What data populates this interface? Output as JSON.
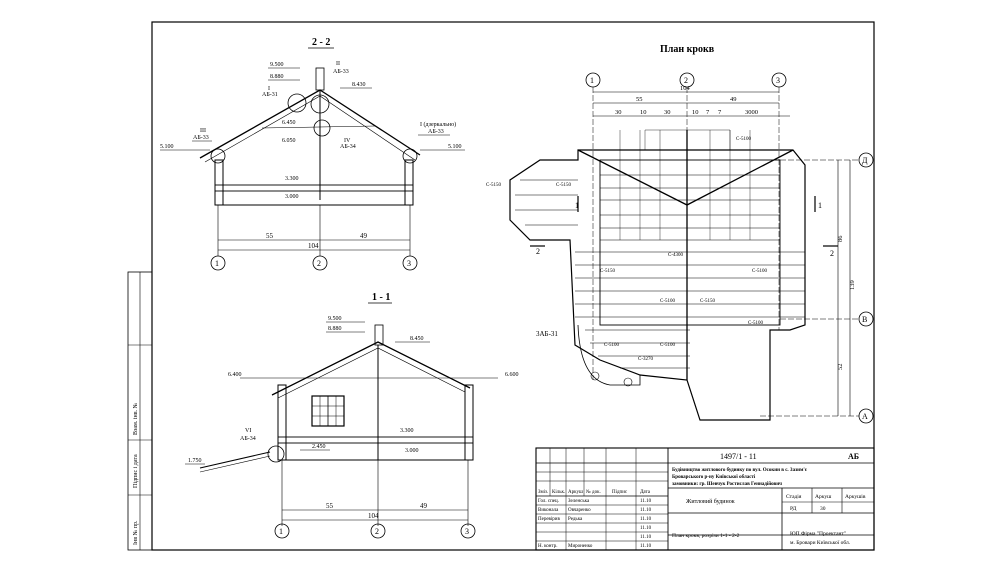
{
  "sheet": {
    "plan_title": "План крокв",
    "section_22_title": "2 - 2",
    "section_11_title": "1 - 1",
    "side_stamp": {
      "col1": "Інв № пр.",
      "col2": "Підпис і дата",
      "col3": "Взам. інв. №"
    }
  },
  "section_22": {
    "elev_ridge": "9.500",
    "elev_2": "8.880",
    "elev_3": "8.430",
    "elev_4": "6.450",
    "elev_5": "6.050",
    "elev_left": "5.100",
    "elev_right": "5.100",
    "elev_6": "3.300",
    "elev_7": "3.000",
    "node_ii": "II",
    "node_ii_ref": "АБ-33",
    "node_i": "I",
    "node_i_ref": "АБ-31",
    "node_iii": "III",
    "node_iii_ref": "АБ-33",
    "node_iv": "IV",
    "node_iv_ref": "АБ-34",
    "node_right": "I (дзеркально)",
    "node_right_ref": "АБ-33",
    "dim_55": "55",
    "dim_49": "49",
    "dim_104": "104",
    "axis_1": "1",
    "axis_2": "2",
    "axis_3": "3"
  },
  "section_11": {
    "elev_ridge": "9.500",
    "elev_2": "8.880",
    "elev_3": "8.450",
    "elev_left": "6.400",
    "elev_right": "6.600",
    "elev_4": "3.300",
    "elev_5": "3.000",
    "elev_6": "2.450",
    "elev_7": "1.750",
    "node_vi": "VI",
    "node_vi_ref": "АБ-34",
    "dim_55": "55",
    "dim_49": "49",
    "dim_104": "104",
    "axis_1": "1",
    "axis_2": "2",
    "axis_3": "3"
  },
  "plan": {
    "axis_1": "1",
    "axis_2": "2",
    "axis_3": "3",
    "axis_d": "Д",
    "axis_v": "В",
    "axis_a": "А",
    "dim_104": "104",
    "dim_55": "55",
    "dim_49": "49",
    "dim_row": [
      "30",
      "10",
      "30",
      "10",
      "7",
      "7",
      "3000"
    ],
    "dim_right_total": "139",
    "dim_right_top": "86",
    "dim_right_bottom": "52",
    "cut_2": "2",
    "cut_1": "1",
    "ref_3ab": "3АБ-31",
    "beam_labels": [
      "С-5150",
      "С-5150",
      "С-5150",
      "С-4300",
      "С-5100",
      "С-5100",
      "С-5150",
      "С-5100",
      "С-5100",
      "С-3270",
      "С-5100",
      "С-5100"
    ]
  },
  "title_block": {
    "doc_code": "1497/1 - 11",
    "stage_code": "АБ",
    "project_name_line1": "Будівництво житлового будинку по вул. Осокин в с. Зазим'є",
    "project_name_line2": "Броварського р-ну Київської області",
    "project_name_line3": "замовники: гр. Шевчук Ростислав Геннадійович",
    "building": "Житловий будинок",
    "sheet_name": "План крокв, розрізи 1-1 - 2-2",
    "org_line1": "ЮП Фірма \"Проектант\"",
    "org_line2": "м. Бровари Київської обл.",
    "header": [
      "Зміз.",
      "Кільк.",
      "Аркуш",
      "№ док.",
      "Підпис",
      "Дата"
    ],
    "stadia_h": "Стадія",
    "arkush_h": "Аркуш",
    "arkushiv_h": "Аркушів",
    "stadia": "РД",
    "arkush": "30",
    "rows": [
      {
        "role": "Гол. спец.",
        "name": "Зеленська",
        "date": "11.10"
      },
      {
        "role": "Виконала",
        "name": "Овчаренко",
        "date": "11.10"
      },
      {
        "role": "Перевірив",
        "name": "Редька",
        "date": "11.10"
      },
      {
        "role": "",
        "name": "",
        "date": "11.10"
      },
      {
        "role": "",
        "name": "",
        "date": "11.10"
      },
      {
        "role": "Н. контр.",
        "name": "Мироненко",
        "date": "11.10"
      }
    ]
  }
}
